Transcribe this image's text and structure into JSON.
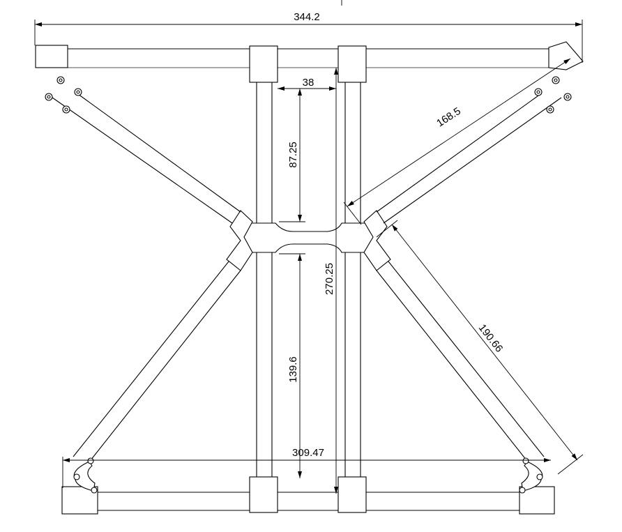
{
  "drawing": {
    "dimensions": {
      "overall_width": "344.2",
      "post_gap": "38",
      "upper_post_length": "87.25",
      "diagonal_upper": "168.5",
      "overall_height": "270.25",
      "diagonal_lower": "190.66",
      "lower_post_length": "139.6",
      "bottom_width": "309.47"
    }
  }
}
